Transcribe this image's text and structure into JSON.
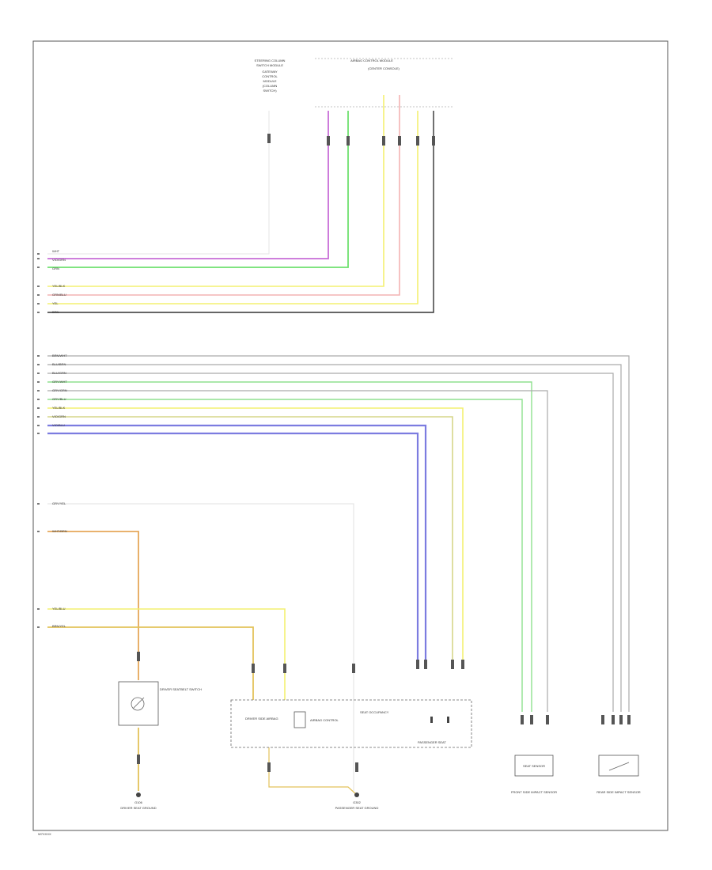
{
  "wire_colors": {
    "white": "#e6e6e6",
    "violet": "#c86dd7",
    "green": "#6ee06e",
    "yellow": "#f3f071",
    "pink": "#f4b4b4",
    "black": "#333333",
    "gray": "#aaaaaa",
    "light_green": "#8fe08f",
    "olive": "#d6d68a",
    "blue": "#7c7ce0",
    "orange": "#e6a85a",
    "amber": "#e3c25a"
  },
  "top_left_module": {
    "title": "STEERING COLUMN",
    "title_2": "SWITCH MODULE",
    "lines": [
      "GATEWAY",
      "CONTROL",
      "MODULE",
      "(COLUMN",
      "SWITCH)"
    ]
  },
  "top_right_module": {
    "title": "AIRBAG CONTROL MODULE",
    "sub": "(CENTER CONSOLE)"
  },
  "group1_labels": [
    "WHT",
    "VIO/GRN",
    "GRN",
    "YEL/BLK",
    "GRN/BLU",
    "YEL",
    "BRN"
  ],
  "group2_labels": [
    "BRN/WHT",
    "BLU/BRN",
    "BLU/GRN",
    "GRY/WHT",
    "GRY/GRN",
    "GRY/BLU",
    "YEL/BLK",
    "VIO/GRN",
    "VIO/BLU"
  ],
  "group3_labels": [
    "GRY/YEL",
    "WHT/BRN",
    "YEL/BLU",
    "BRN/YEL"
  ],
  "components": {
    "left": "DRIVER SEATBELT SWITCH",
    "center_left": "DRIVER SIDE AIRBAG",
    "center_mid": "AIRBAG CONTROL",
    "center_right": "SEAT OCCUPANCY",
    "center_caption": "PASSENGER SEAT",
    "front_right": "FRONT SIDE IMPACT SENSOR",
    "rear_right": "REAR SIDE IMPACT SENSOR",
    "box_right": "SEAT SENSOR"
  },
  "grounds": {
    "left": "G106",
    "left_caption": "DRIVER SEAT GROUND",
    "center": "G302",
    "center_caption": "PASSENGER SEAT GROUND"
  },
  "corner_code": "W7XXXX"
}
